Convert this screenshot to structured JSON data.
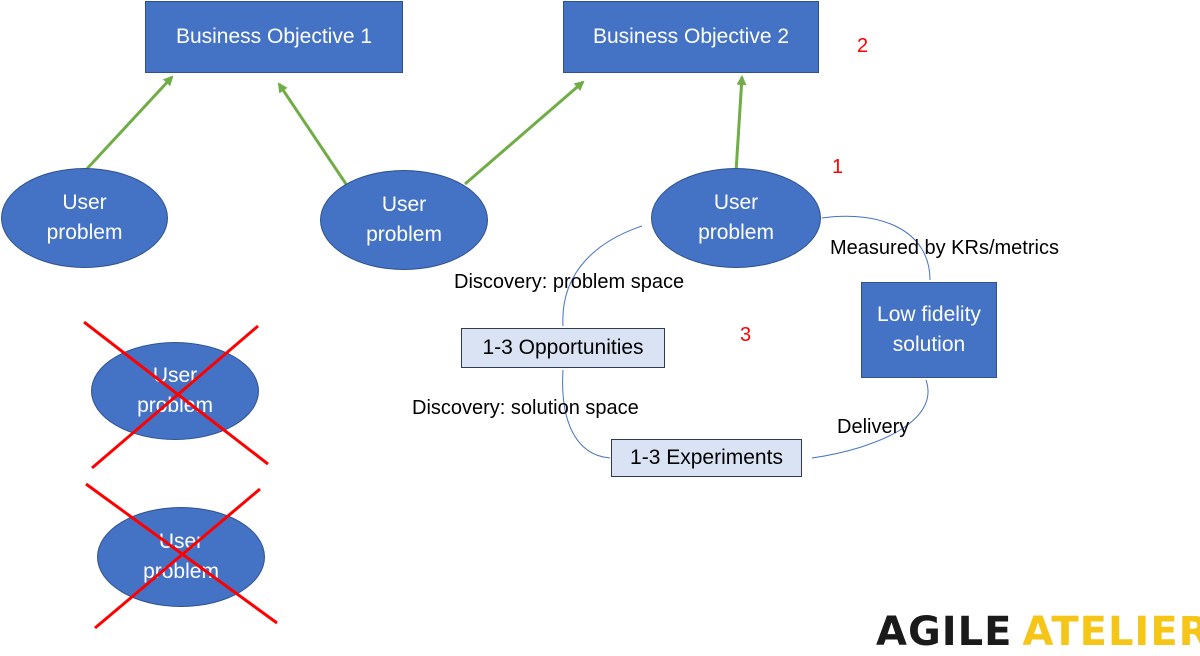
{
  "objectives": [
    {
      "label": "Business Objective 1"
    },
    {
      "label": "Business Objective 2"
    }
  ],
  "problems": [
    {
      "line1": "User",
      "line2": "problem"
    },
    {
      "line1": "User",
      "line2": "problem"
    },
    {
      "line1": "User",
      "line2": "problem"
    },
    {
      "line1": "User",
      "line2": "problem",
      "crossed": true
    },
    {
      "line1": "User",
      "line2": "problem",
      "crossed": true
    }
  ],
  "solution": {
    "line1": "Low fidelity",
    "line2": "solution"
  },
  "opportunities": {
    "label": "1-3 Opportunities"
  },
  "experiments": {
    "label": "1-3 Experiments"
  },
  "labels": {
    "measured": "Measured by KRs/metrics",
    "problem_space": "Discovery: problem space",
    "solution_space": "Discovery: solution space",
    "delivery": "Delivery"
  },
  "numbers": {
    "n1": "1",
    "n2": "2",
    "n3": "3"
  },
  "logo": {
    "part1": "AGILE",
    "part2": "ATELIER"
  },
  "colors": {
    "shape_fill": "#4472c4",
    "arrow": "#70ad47",
    "cross": "#ff0000",
    "cycle_line": "#4472c4",
    "light_box": "#dae3f3"
  }
}
